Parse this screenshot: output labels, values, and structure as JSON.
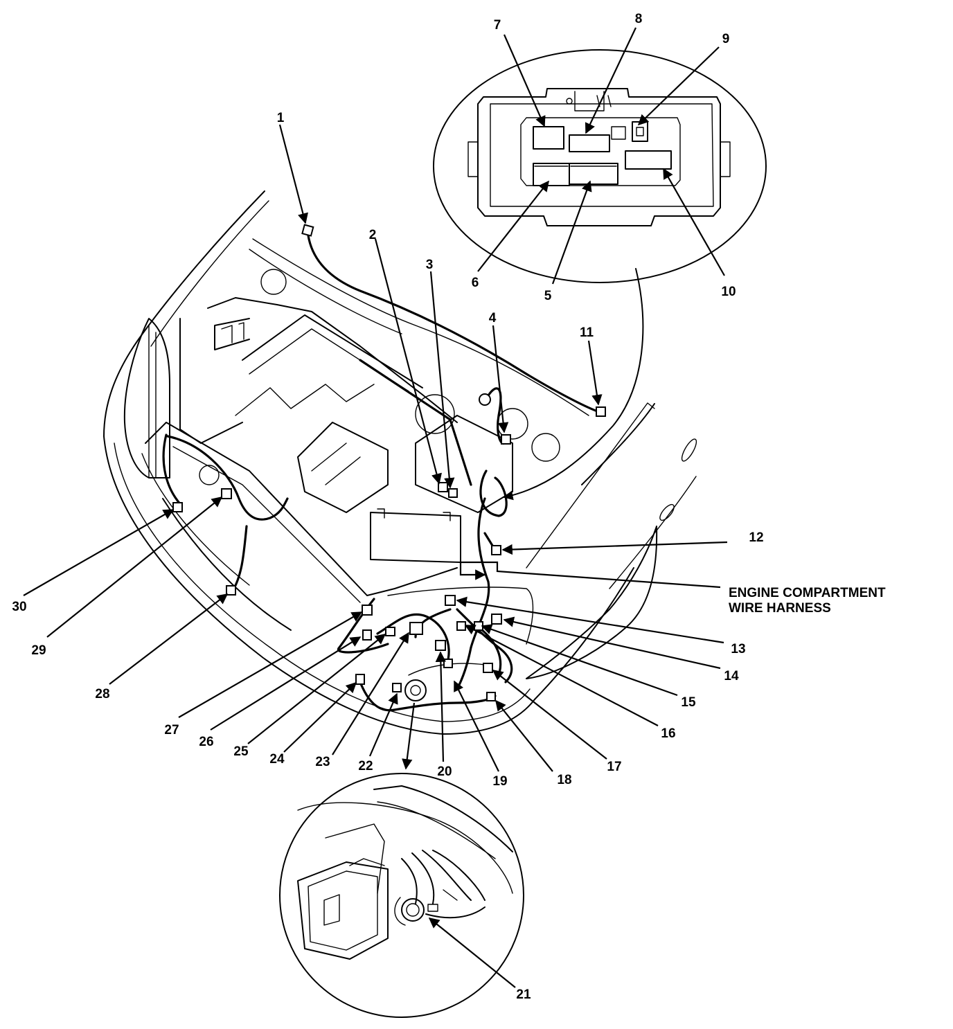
{
  "caption": {
    "line1": "ENGINE COMPARTMENT",
    "line2": "WIRE HARNESS"
  },
  "callouts": {
    "c1": "1",
    "c2": "2",
    "c3": "3",
    "c4": "4",
    "c5": "5",
    "c6": "6",
    "c7": "7",
    "c8": "8",
    "c9": "9",
    "c10": "10",
    "c11": "11",
    "c12": "12",
    "c13": "13",
    "c14": "14",
    "c15": "15",
    "c16": "16",
    "c17": "17",
    "c18": "18",
    "c19": "19",
    "c20": "20",
    "c21": "21",
    "c22": "22",
    "c23": "23",
    "c24": "24",
    "c25": "25",
    "c26": "26",
    "c27": "27",
    "c28": "28",
    "c29": "29",
    "c30": "30"
  }
}
